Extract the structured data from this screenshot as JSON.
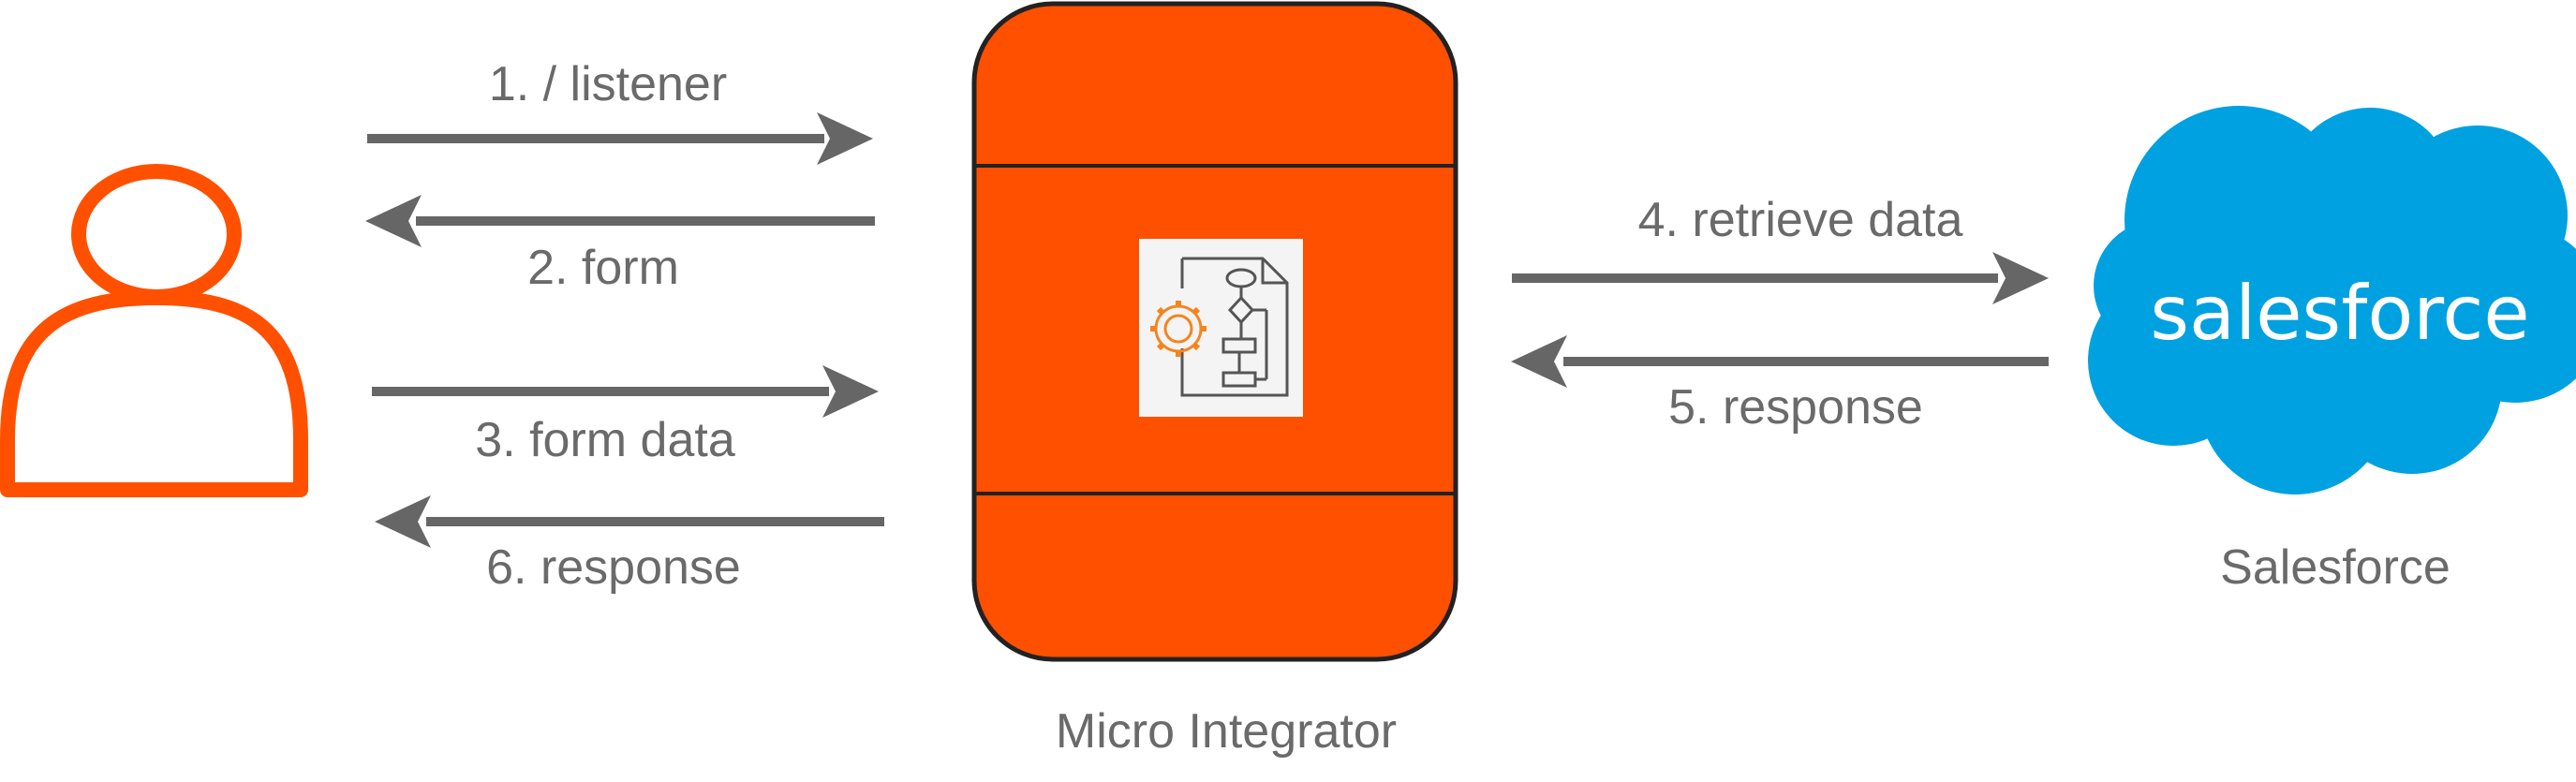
{
  "diagram": {
    "arrows": [
      {
        "label": "1. / listener"
      },
      {
        "label": "2. form"
      },
      {
        "label": "3. form data"
      },
      {
        "label": "6. response"
      },
      {
        "label": "4. retrieve data"
      },
      {
        "label": "5. response"
      }
    ],
    "nodes": {
      "user": {
        "icon": "user-icon"
      },
      "micro_integrator": {
        "label": "Micro Integrator",
        "icon": "integration-flow-icon"
      },
      "salesforce": {
        "label": "Salesforce",
        "logo_text": "salesforce",
        "icon": "salesforce-cloud-logo"
      }
    }
  },
  "colors": {
    "accent_orange": "#ff5000",
    "arrow_gray": "#666666",
    "text_gray": "#6a6a6a",
    "salesforce_blue": "#00a1e0"
  }
}
